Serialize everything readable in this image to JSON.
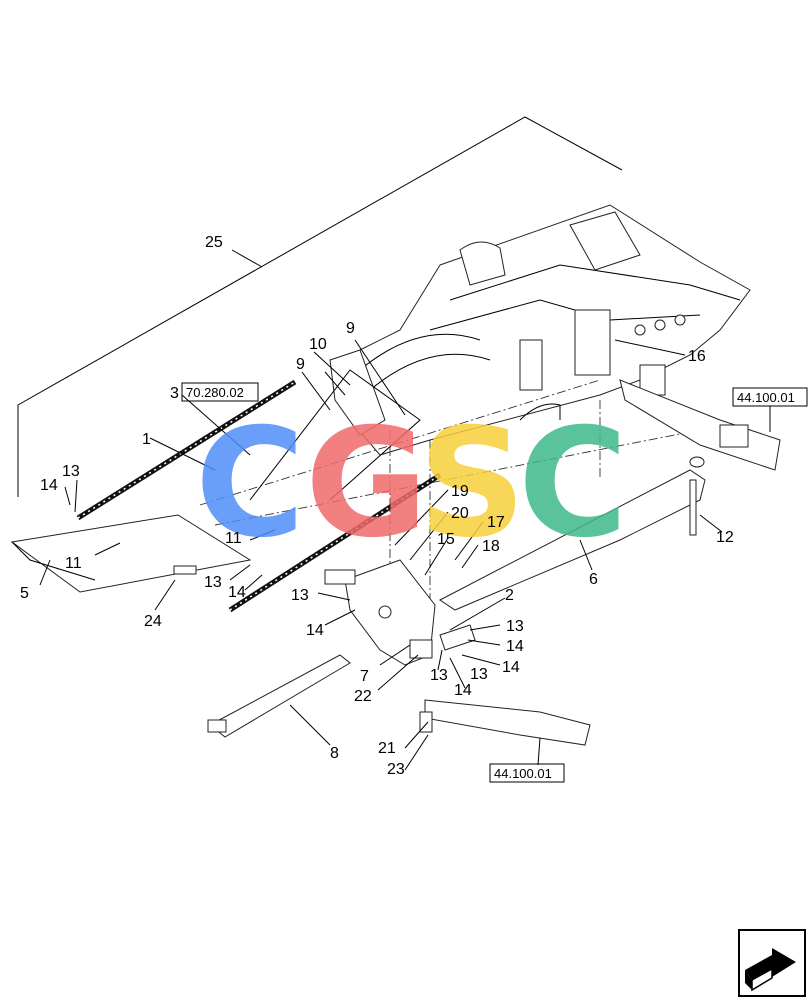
{
  "callouts": [
    {
      "id": "c25",
      "text": "25"
    },
    {
      "id": "c1",
      "text": "1"
    },
    {
      "id": "c3",
      "text": "3"
    },
    {
      "id": "c10",
      "text": "10"
    },
    {
      "id": "c9a",
      "text": "9"
    },
    {
      "id": "c9b",
      "text": "9"
    },
    {
      "id": "c16",
      "text": "16"
    },
    {
      "id": "c12",
      "text": "12"
    },
    {
      "id": "c6",
      "text": "6"
    },
    {
      "id": "c14a",
      "text": "14"
    },
    {
      "id": "c13a",
      "text": "13"
    },
    {
      "id": "c11a",
      "text": "11"
    },
    {
      "id": "c11b",
      "text": "11"
    },
    {
      "id": "c5",
      "text": "5"
    },
    {
      "id": "c13b",
      "text": "13"
    },
    {
      "id": "c14b",
      "text": "14"
    },
    {
      "id": "c24",
      "text": "24"
    },
    {
      "id": "c19",
      "text": "19"
    },
    {
      "id": "c20",
      "text": "20"
    },
    {
      "id": "c17",
      "text": "17"
    },
    {
      "id": "c15",
      "text": "15"
    },
    {
      "id": "c18",
      "text": "18"
    },
    {
      "id": "c2",
      "text": "2"
    },
    {
      "id": "c13c",
      "text": "13"
    },
    {
      "id": "c14c",
      "text": "14"
    },
    {
      "id": "c13d",
      "text": "13"
    },
    {
      "id": "c14d",
      "text": "14"
    },
    {
      "id": "c14e",
      "text": "14"
    },
    {
      "id": "c13e",
      "text": "13"
    },
    {
      "id": "c14f",
      "text": "14"
    },
    {
      "id": "c13f",
      "text": "13"
    },
    {
      "id": "c7",
      "text": "7"
    },
    {
      "id": "c22",
      "text": "22"
    },
    {
      "id": "c8",
      "text": "8"
    },
    {
      "id": "c21",
      "text": "21"
    },
    {
      "id": "c23",
      "text": "23"
    }
  ],
  "references": {
    "ref_70_280_02": "70.280.02",
    "ref_44_100_01_top": "44.100.01",
    "ref_44_100_01_bottom": "44.100.01"
  },
  "watermark": {
    "letters": [
      "C",
      "G",
      "S",
      "C"
    ],
    "colors": [
      "#4f8ff7",
      "#f26b6b",
      "#f7cf3b",
      "#3fb98a"
    ]
  },
  "navigation": {
    "icon": "next-page-arrow-icon"
  }
}
